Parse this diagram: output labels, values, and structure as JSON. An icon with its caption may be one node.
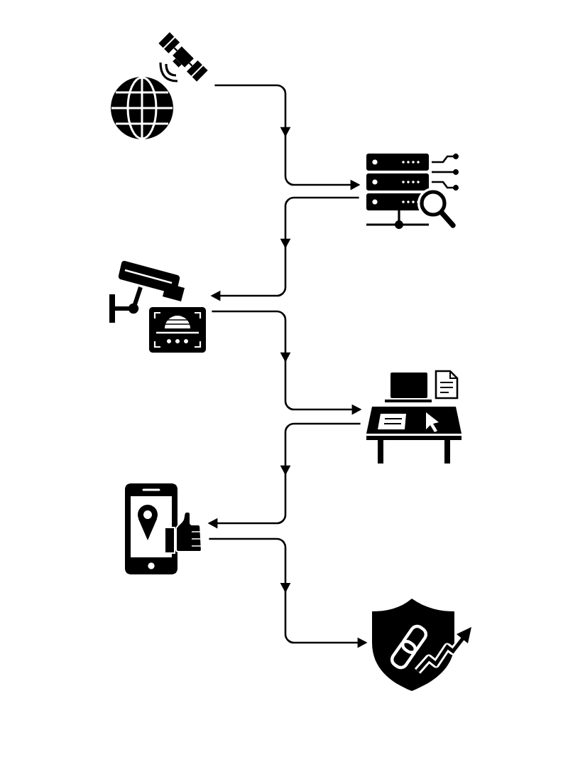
{
  "diagram": {
    "nodes": [
      {
        "text": [],
        "shape": "picture"
      },
      {
        "text": [],
        "shape": "picture"
      },
      {
        "text": [],
        "shape": "picture"
      },
      {
        "text": [],
        "shape": "picture"
      },
      {
        "text": [],
        "shape": "picture"
      },
      {
        "text": [],
        "shape": "picture"
      }
    ],
    "edges": [
      {
        "from": 0,
        "to": 1,
        "arrow": "to"
      },
      {
        "from": 1,
        "to": 2,
        "arrow": "to"
      },
      {
        "from": 2,
        "to": 3,
        "arrow": "to"
      },
      {
        "from": 3,
        "to": 4,
        "arrow": "to"
      },
      {
        "from": 4,
        "to": 5,
        "arrow": "to"
      }
    ]
  }
}
